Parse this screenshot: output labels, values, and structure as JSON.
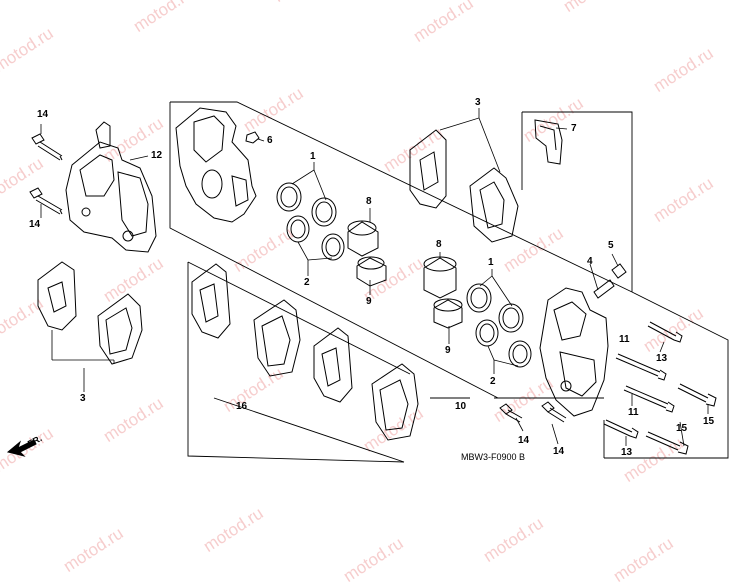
{
  "diagram": {
    "watermark_text": "motod.ru",
    "drawing_code": "MBW3-F0900 B",
    "direction_label": "FR.",
    "callouts": {
      "c14a": "14",
      "c14b": "14",
      "c12": "12",
      "c6": "6",
      "c3a": "3",
      "c7": "7",
      "c1a": "1",
      "c8a": "8",
      "c2a": "2",
      "c9a": "9",
      "c3b": "3",
      "c16": "16",
      "c8b": "8",
      "c1b": "1",
      "c9b": "9",
      "c2b": "2",
      "c10": "10",
      "c4": "4",
      "c5": "5",
      "c11a": "11",
      "c13a": "13",
      "c11b": "11",
      "c15a": "15",
      "c15b": "15",
      "c14c": "14",
      "c14d": "14",
      "c13b": "13"
    }
  }
}
